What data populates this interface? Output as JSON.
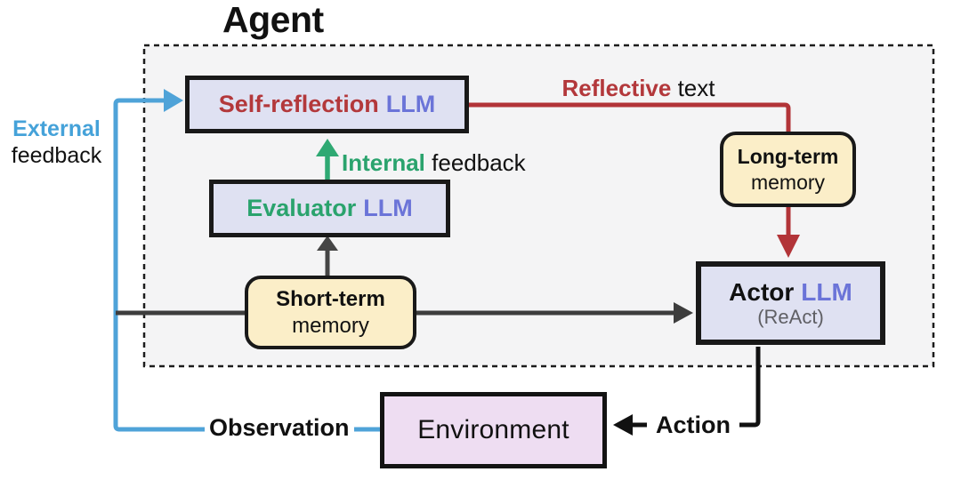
{
  "agent": {
    "title": "Agent"
  },
  "nodes": {
    "self_reflection": {
      "name": "Self-reflection",
      "suffix": "LLM"
    },
    "evaluator": {
      "name": "Evaluator",
      "suffix": "LLM"
    },
    "actor": {
      "name": "Actor",
      "suffix": "LLM",
      "subtitle": "(ReAct)"
    },
    "short_term_memory": {
      "line1": "Short-term",
      "line2": "memory"
    },
    "long_term_memory": {
      "line1": "Long-term",
      "line2": "memory"
    },
    "environment": {
      "label": "Environment"
    }
  },
  "edges": {
    "external_feedback": {
      "emphasis": "External",
      "rest": "feedback"
    },
    "internal_feedback": {
      "emphasis": "Internal",
      "rest": "feedback"
    },
    "reflective_text": {
      "emphasis": "Reflective",
      "rest": "text"
    },
    "observation": {
      "label": "Observation"
    },
    "action": {
      "label": "Action"
    }
  },
  "palette": {
    "red": "#b23438",
    "green": "#2fa973",
    "blue": "#4fa3d8",
    "purple": "#6b74d8",
    "dark_line": "#3d3d3d",
    "agent_background": "#f4f4f5",
    "llm_box_fill": "#dfe1f2",
    "memory_box_fill": "#fbeec8",
    "environment_fill": "#eeddf2"
  }
}
